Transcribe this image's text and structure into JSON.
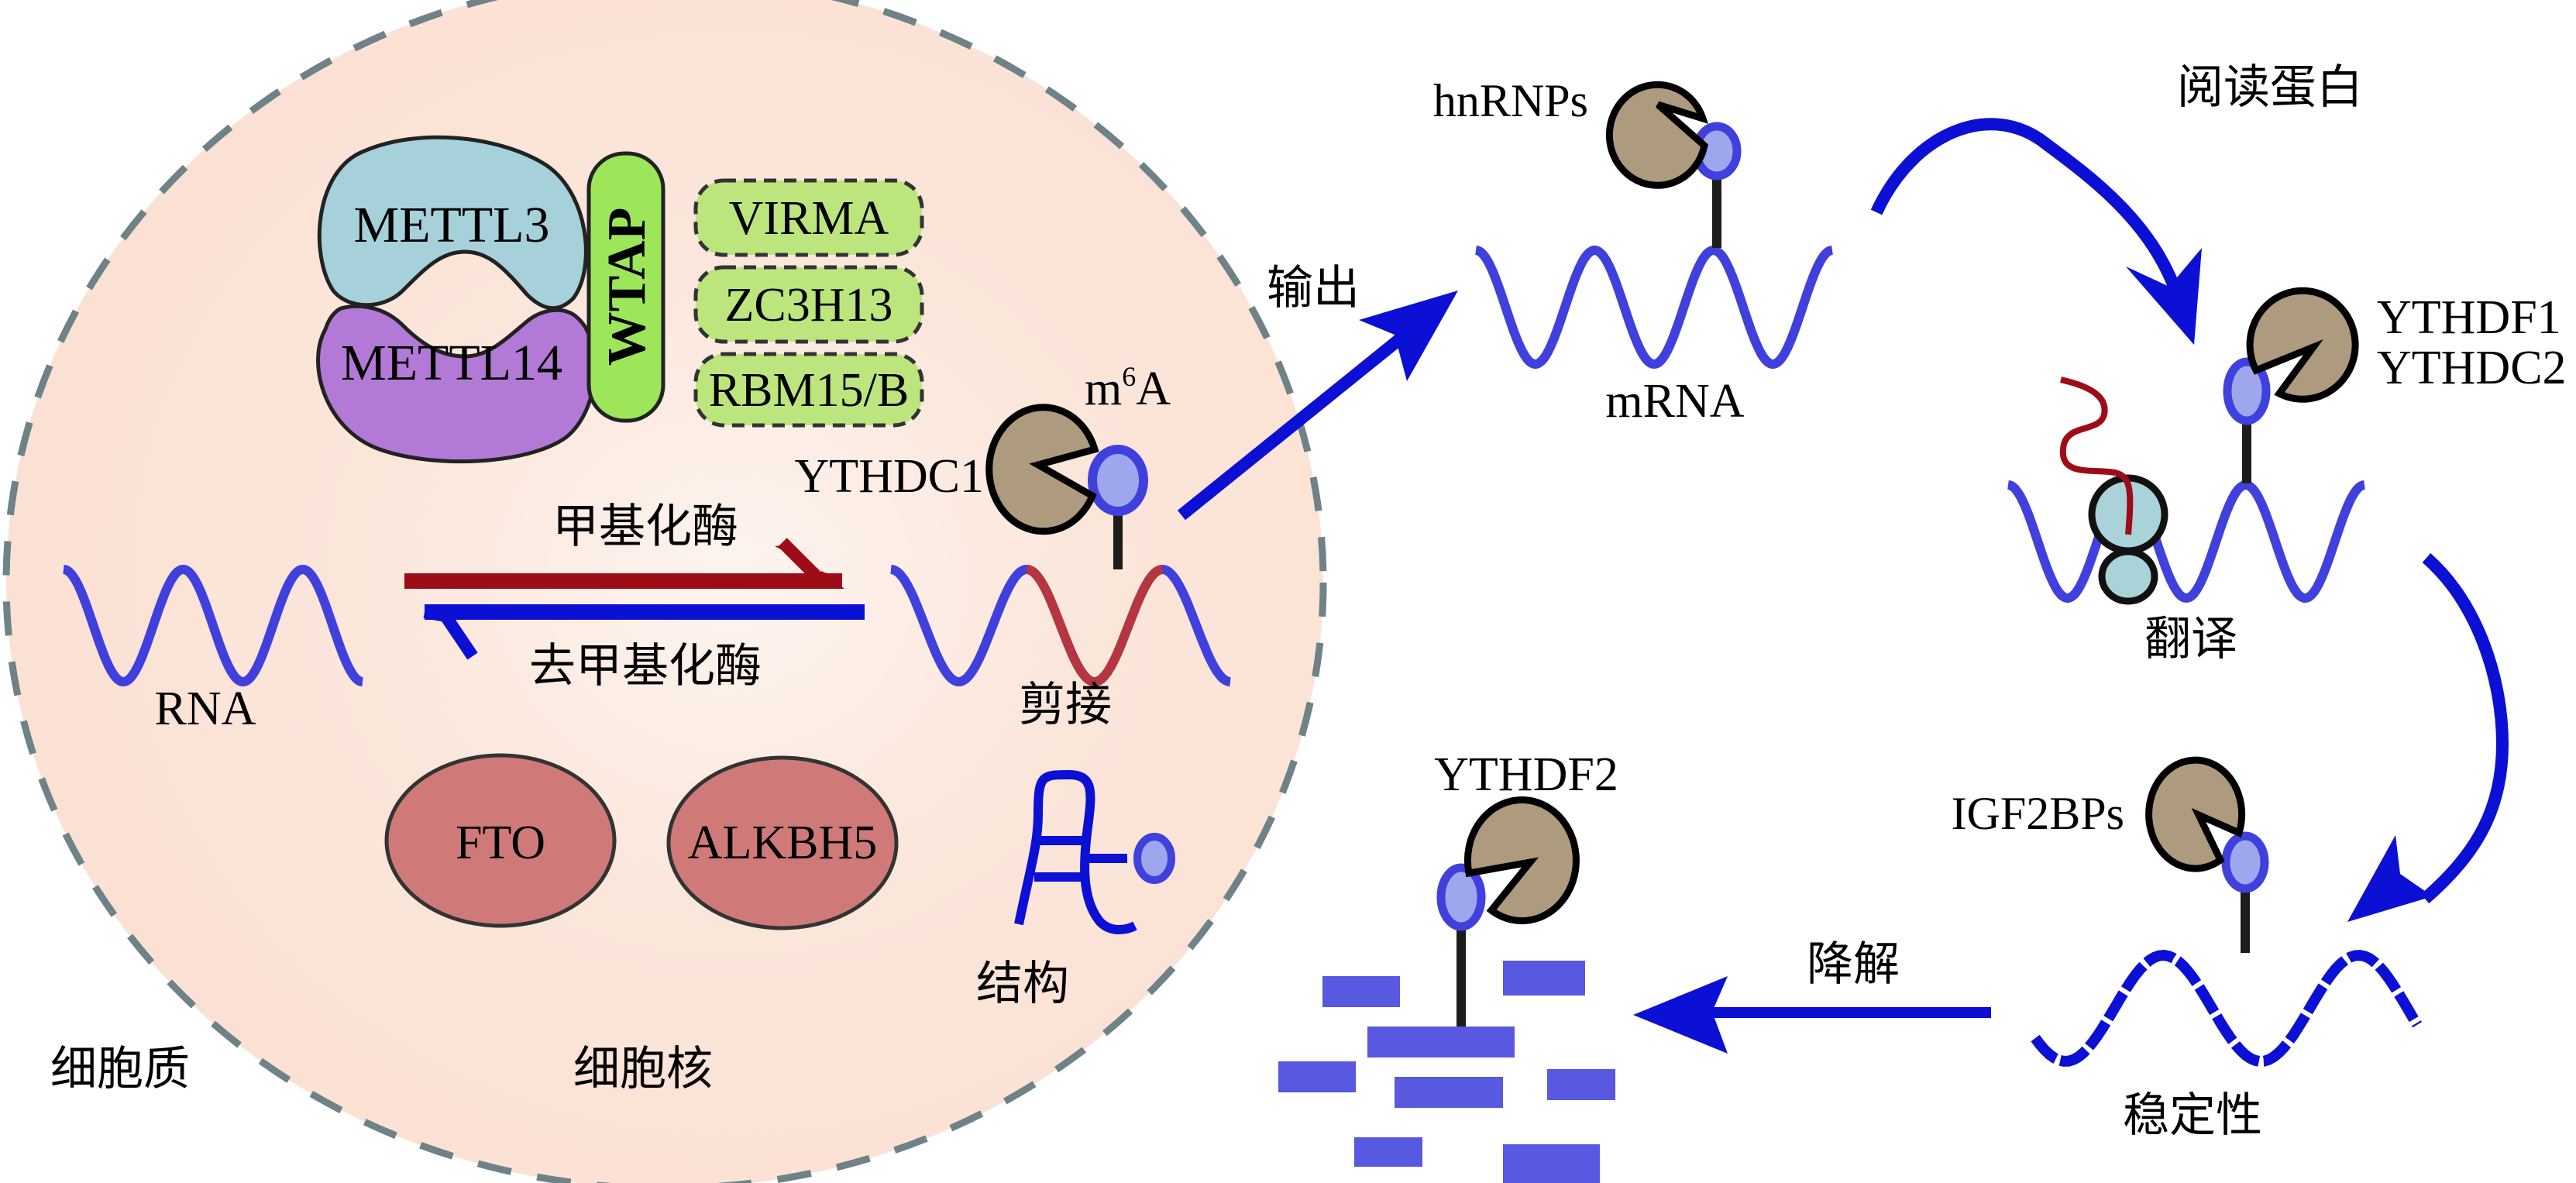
{
  "colors": {
    "nucleus_fill": "#fbe3d6",
    "nucleus_border": "#6e8288",
    "rna_strand": "#4040dd",
    "rna_methyl_segment": "#b5363f",
    "arrow_blue": "#0c0fd4",
    "arrow_red": "#9e0c18",
    "reader_protein": "#ae9a7e",
    "m6a_outer": "#4040dd",
    "m6a_inner": "#9ea6ee",
    "mettl3": "#a6d1da",
    "mettl14": "#b27ad6",
    "wtap": "#9de65a",
    "accessory": "#bce67d",
    "eraser": "#cf7a79",
    "ribosome": "#a9d3d8",
    "peptide": "#9e0c18",
    "fragment": "#5858e0"
  },
  "compartments": {
    "cytoplasm": "细胞质",
    "nucleus": "细胞核"
  },
  "writers": {
    "mettl3": "METTL3",
    "mettl14": "METTL14",
    "wtap": "WTAP",
    "accessory": [
      "VIRMA",
      "ZC3H13",
      "RBM15/B"
    ]
  },
  "erasers": [
    "FTO",
    "ALKBH5"
  ],
  "reaction": {
    "forward": "甲基化酶",
    "reverse": "去甲基化酶",
    "substrate": "RNA",
    "product_label": "剪接",
    "modification_main": "m",
    "modification_sup": "6",
    "modification_tail": "A",
    "splicing_reader": "YTHDC1"
  },
  "structure_label": "结构",
  "export_label": "输出",
  "mrna": {
    "reader": "hnRNPs",
    "label": "mRNA"
  },
  "readers_title": "阅读蛋白",
  "translation": {
    "readers": [
      "YTHDF1",
      "YTHDC2"
    ],
    "label": "翻译"
  },
  "stability": {
    "reader": "IGF2BPs",
    "label": "稳定性"
  },
  "degradation": {
    "reader": "YTHDF2",
    "label": "降解"
  }
}
